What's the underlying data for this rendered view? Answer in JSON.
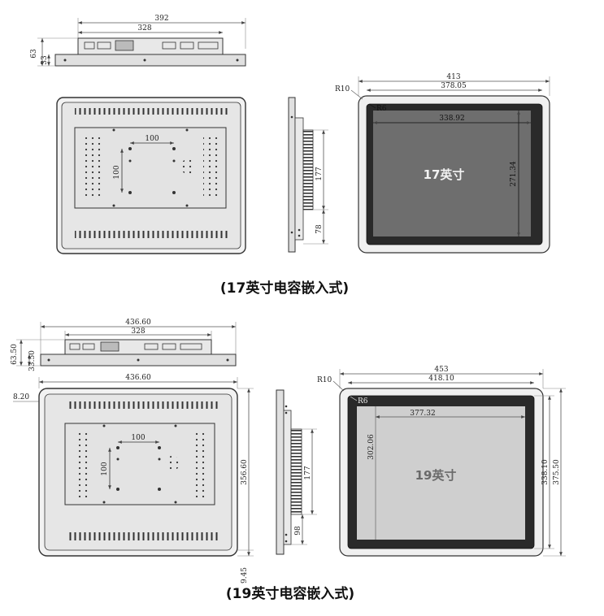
{
  "sections": [
    {
      "caption": "(17英寸电容嵌入式)",
      "top_view": {
        "overall_width": "392",
        "bracket_width": "328",
        "height_total": "63",
        "height_body": "33"
      },
      "back_view": {
        "mount_spacing_h": "100",
        "mount_spacing_v": "100"
      },
      "side_view": {
        "height_a": "177",
        "height_b": "78"
      },
      "front_view": {
        "radius_outer": "R10",
        "radius_inner": "R6",
        "overall_width": "413",
        "bezel_width": "378.05",
        "screen_width": "338.92",
        "screen_height": "271.34",
        "label": "17英寸"
      }
    },
    {
      "caption": "(19英寸电容嵌入式)",
      "top_view": {
        "overall_width": "436.60",
        "bracket_width": "328",
        "height_total": "63.50",
        "height_body": "33.50"
      },
      "back_view": {
        "overall_width": "436.60",
        "side_margin": "8.20",
        "mount_spacing_h": "100",
        "mount_spacing_v": "100",
        "height": "356.60",
        "bottom_margin": "9.45"
      },
      "side_view": {
        "height_a": "177",
        "height_b": "98"
      },
      "front_view": {
        "radius_outer": "R10",
        "radius_inner": "R6",
        "overall_width": "453",
        "bezel_width": "418.10",
        "screen_width": "377.32",
        "screen_height": "302.06",
        "bezel_height": "338.10",
        "overall_height": "375.50",
        "label": "19英寸"
      }
    }
  ],
  "colors": {
    "panel": "#e6e6e6",
    "frame_line": "#333333",
    "screen_dark": "#2a2a2a",
    "screen_grey": "#6e6e6e",
    "screen_light": "#cfcfcf",
    "dim_line": "#555555"
  }
}
